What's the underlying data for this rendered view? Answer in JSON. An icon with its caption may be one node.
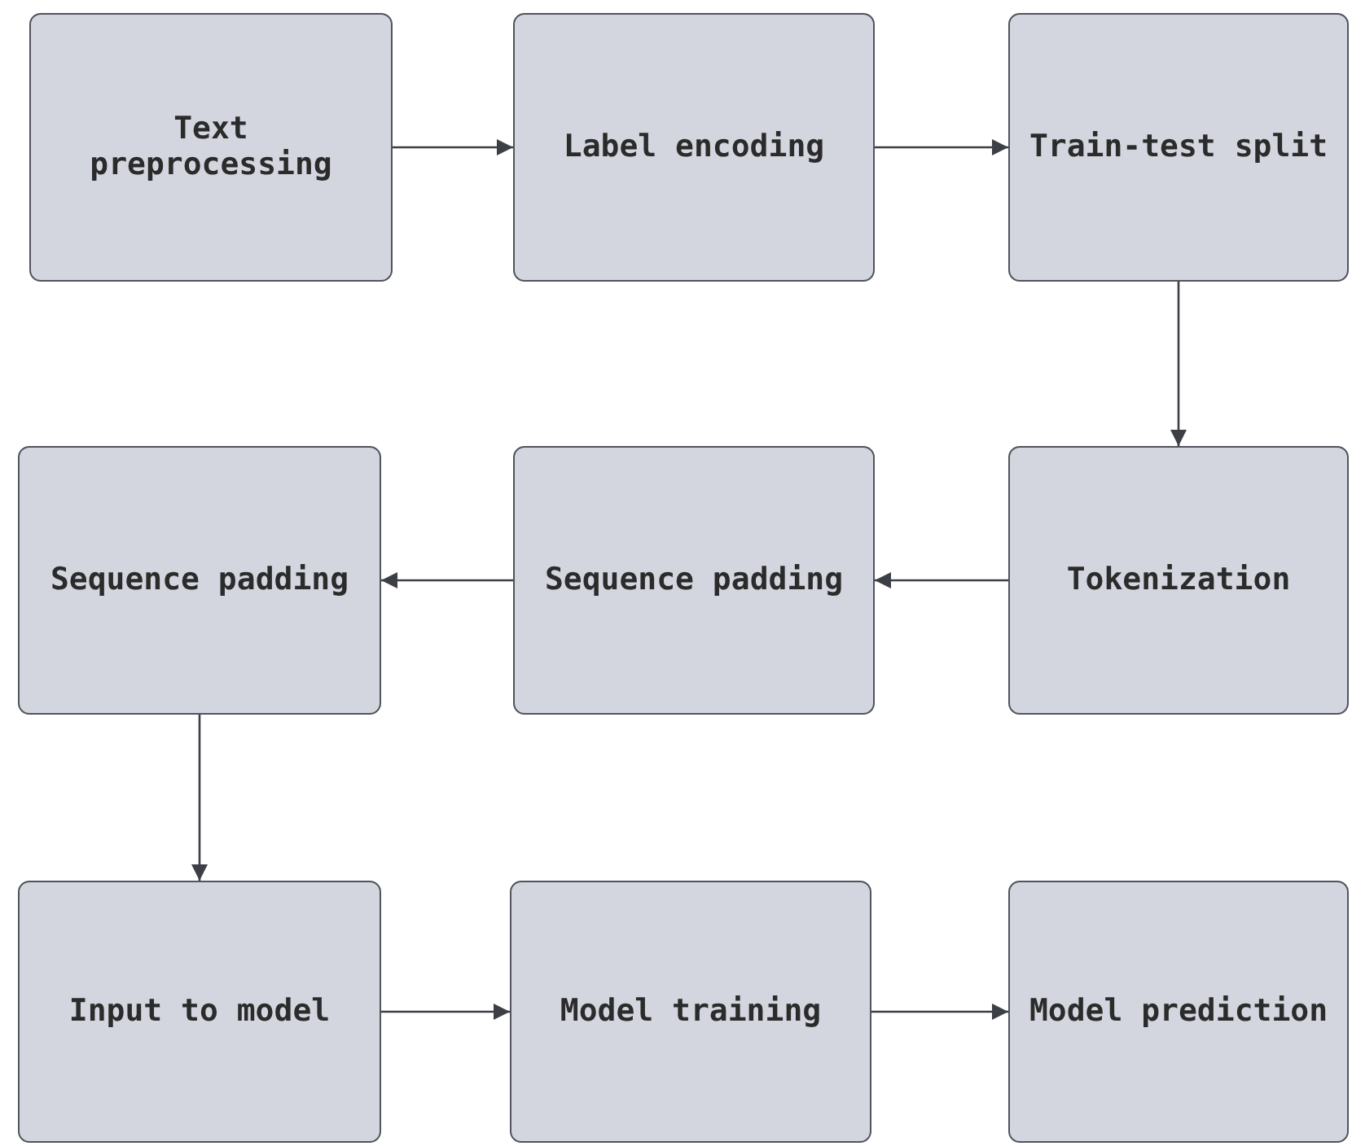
{
  "diagram": {
    "nodes": [
      {
        "text": [
          "Text preprocessing"
        ]
      },
      {
        "text": [
          "Label encoding"
        ]
      },
      {
        "text": [
          "Train-test split"
        ]
      },
      {
        "text": [
          "Sequence padding"
        ]
      },
      {
        "text": [
          "Sequence padding"
        ]
      },
      {
        "text": [
          "Tokenization"
        ]
      },
      {
        "text": [
          "Input to model"
        ]
      },
      {
        "text": [
          "Model training"
        ]
      },
      {
        "text": [
          "Model prediction"
        ]
      }
    ],
    "edges": [
      {
        "from": 0,
        "to": 1,
        "arrow": "to"
      },
      {
        "from": 1,
        "to": 2,
        "arrow": "to"
      },
      {
        "from": 2,
        "to": 5,
        "arrow": "to"
      },
      {
        "from": 5,
        "to": 4,
        "arrow": "to"
      },
      {
        "from": 4,
        "to": 3,
        "arrow": "to"
      },
      {
        "from": 3,
        "to": 6,
        "arrow": "to"
      },
      {
        "from": 6,
        "to": 7,
        "arrow": "to"
      },
      {
        "from": 7,
        "to": 8,
        "arrow": "to"
      }
    ]
  }
}
